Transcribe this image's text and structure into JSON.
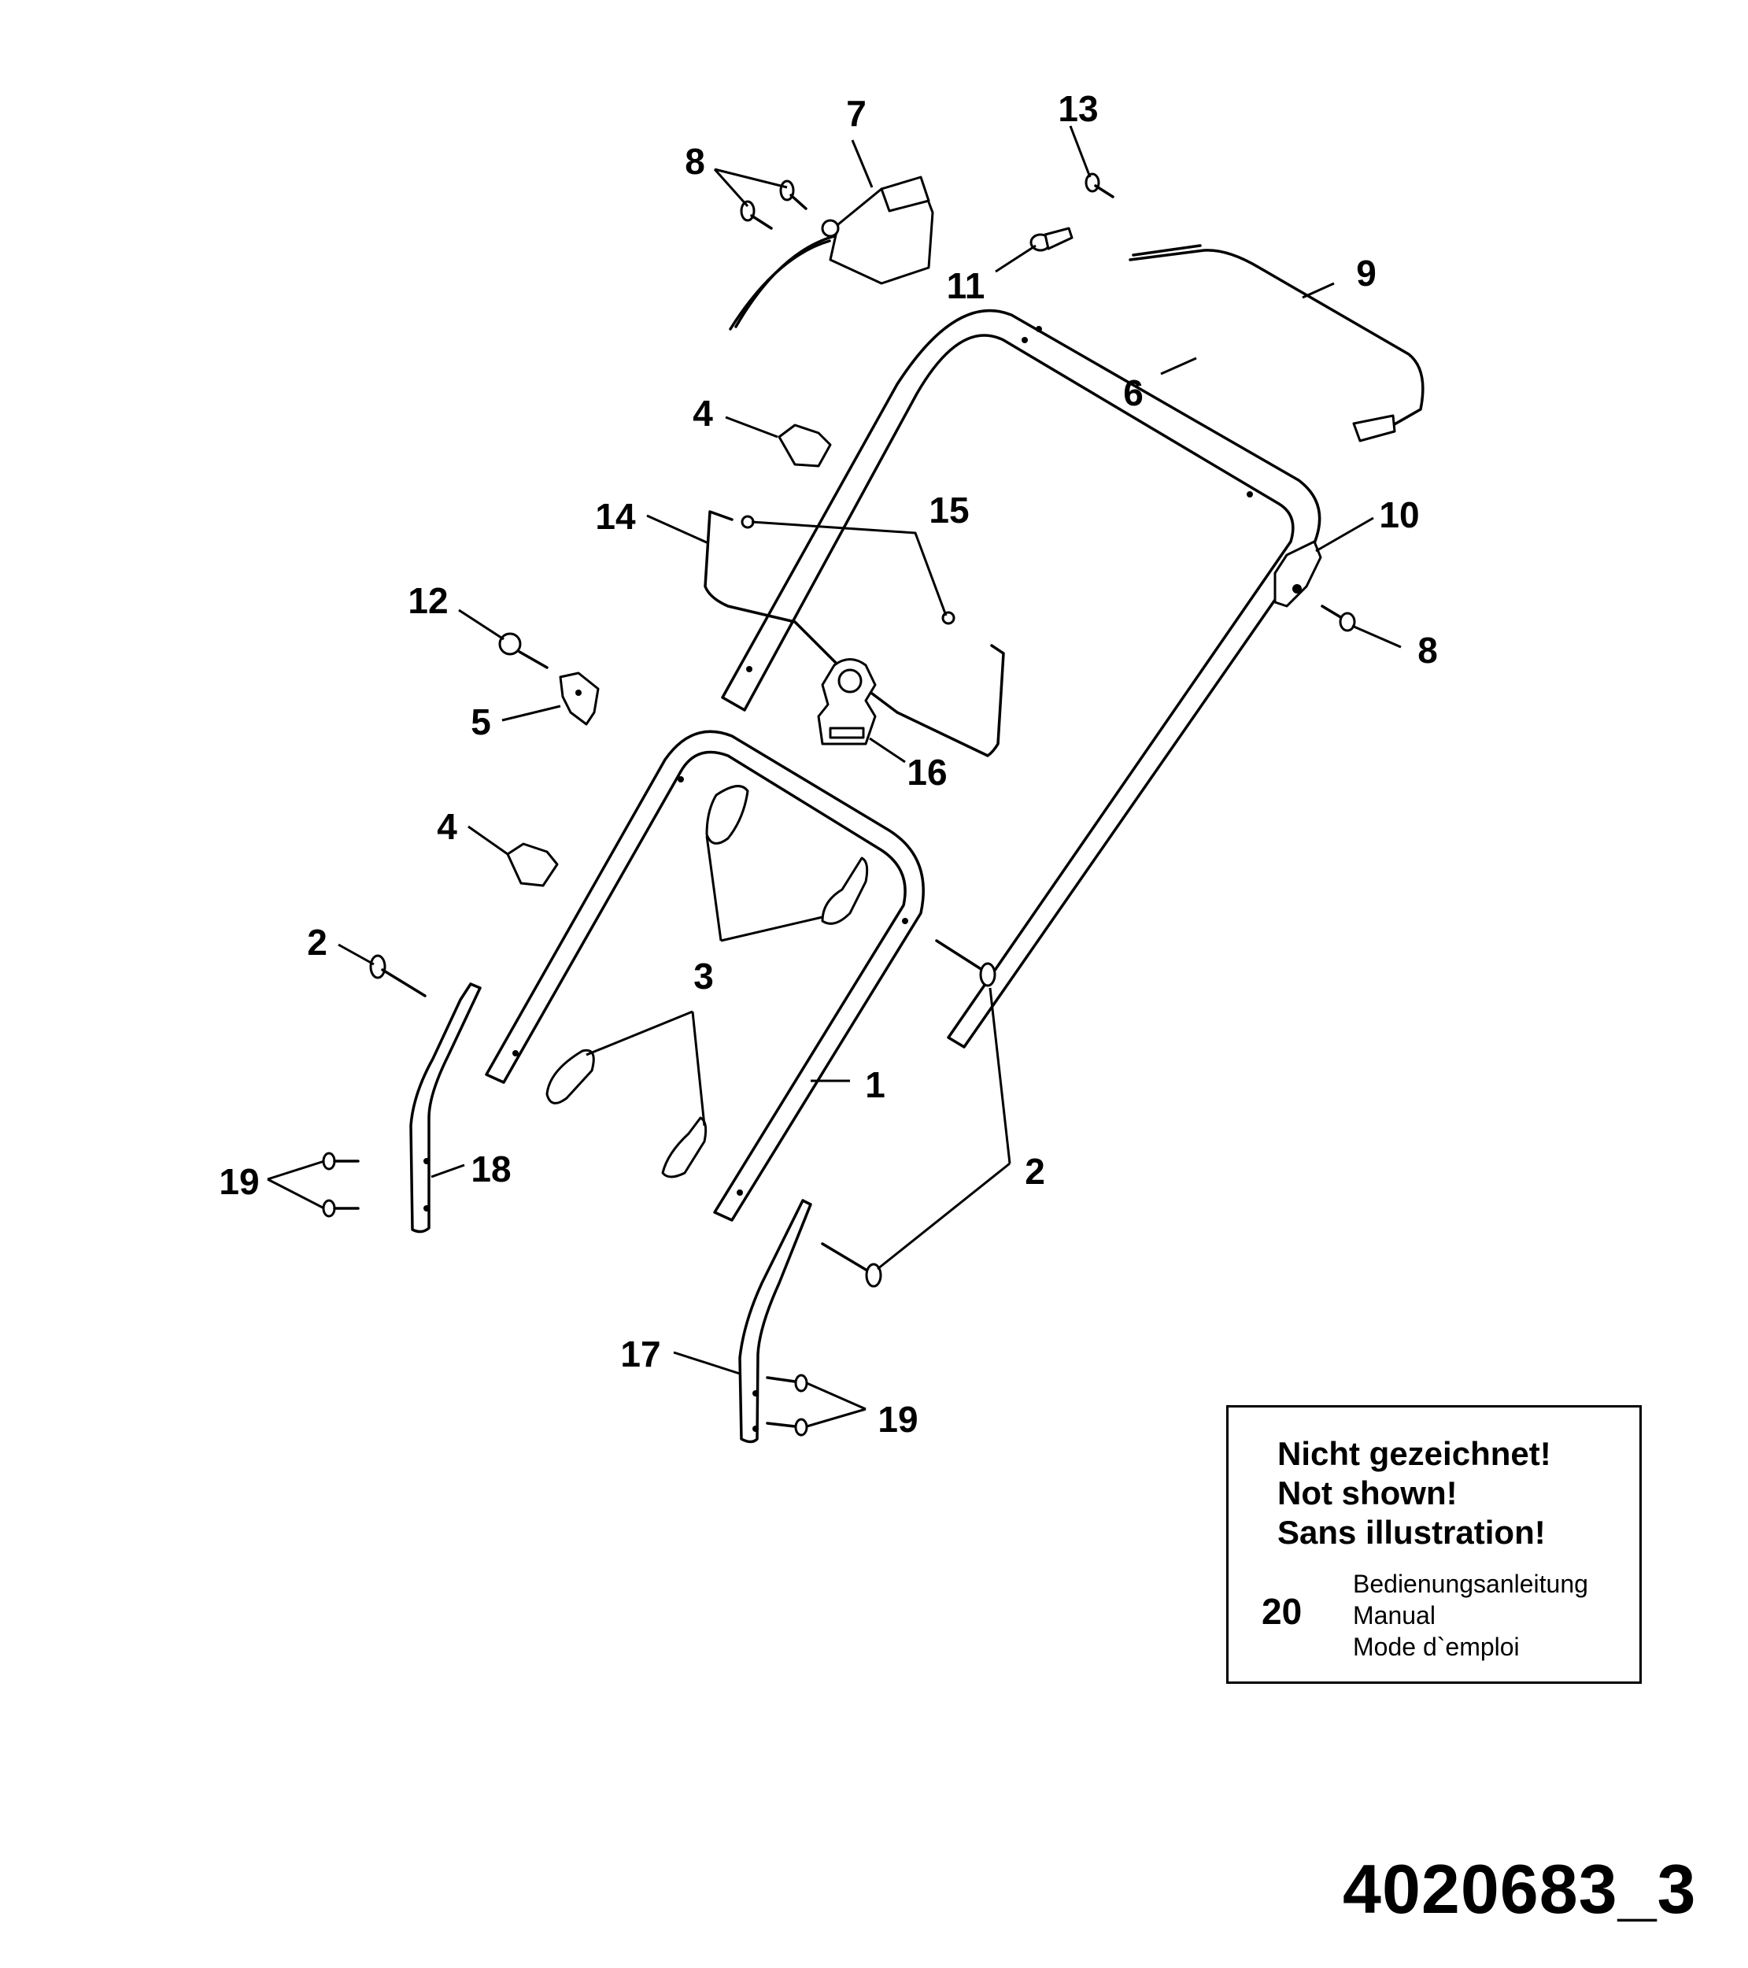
{
  "diagram": {
    "type": "exploded parts diagram",
    "part_labels": [
      {
        "id": "lbl-7",
        "text": "7"
      },
      {
        "id": "lbl-8-top",
        "text": "8"
      },
      {
        "id": "lbl-13",
        "text": "13"
      },
      {
        "id": "lbl-11",
        "text": "11"
      },
      {
        "id": "lbl-9",
        "text": "9"
      },
      {
        "id": "lbl-6",
        "text": "6"
      },
      {
        "id": "lbl-4-top",
        "text": "4"
      },
      {
        "id": "lbl-14",
        "text": "14"
      },
      {
        "id": "lbl-15",
        "text": "15"
      },
      {
        "id": "lbl-10",
        "text": "10"
      },
      {
        "id": "lbl-8-right",
        "text": "8"
      },
      {
        "id": "lbl-12",
        "text": "12"
      },
      {
        "id": "lbl-5",
        "text": "5"
      },
      {
        "id": "lbl-16",
        "text": "16"
      },
      {
        "id": "lbl-4-lower",
        "text": "4"
      },
      {
        "id": "lbl-2-left",
        "text": "2"
      },
      {
        "id": "lbl-3",
        "text": "3"
      },
      {
        "id": "lbl-1",
        "text": "1"
      },
      {
        "id": "lbl-2-right",
        "text": "2"
      },
      {
        "id": "lbl-19-left",
        "text": "19"
      },
      {
        "id": "lbl-18",
        "text": "18"
      },
      {
        "id": "lbl-17",
        "text": "17"
      },
      {
        "id": "lbl-19-right",
        "text": "19"
      }
    ],
    "note_box": {
      "lines": [
        "Nicht gezeichnet!",
        "Not shown!",
        "Sans illustration!"
      ],
      "item_number": "20",
      "item_descriptions": [
        "Bedienungsanleitung",
        "Manual",
        "Mode d`emploi"
      ]
    },
    "drawing_number": "4020683_3"
  }
}
